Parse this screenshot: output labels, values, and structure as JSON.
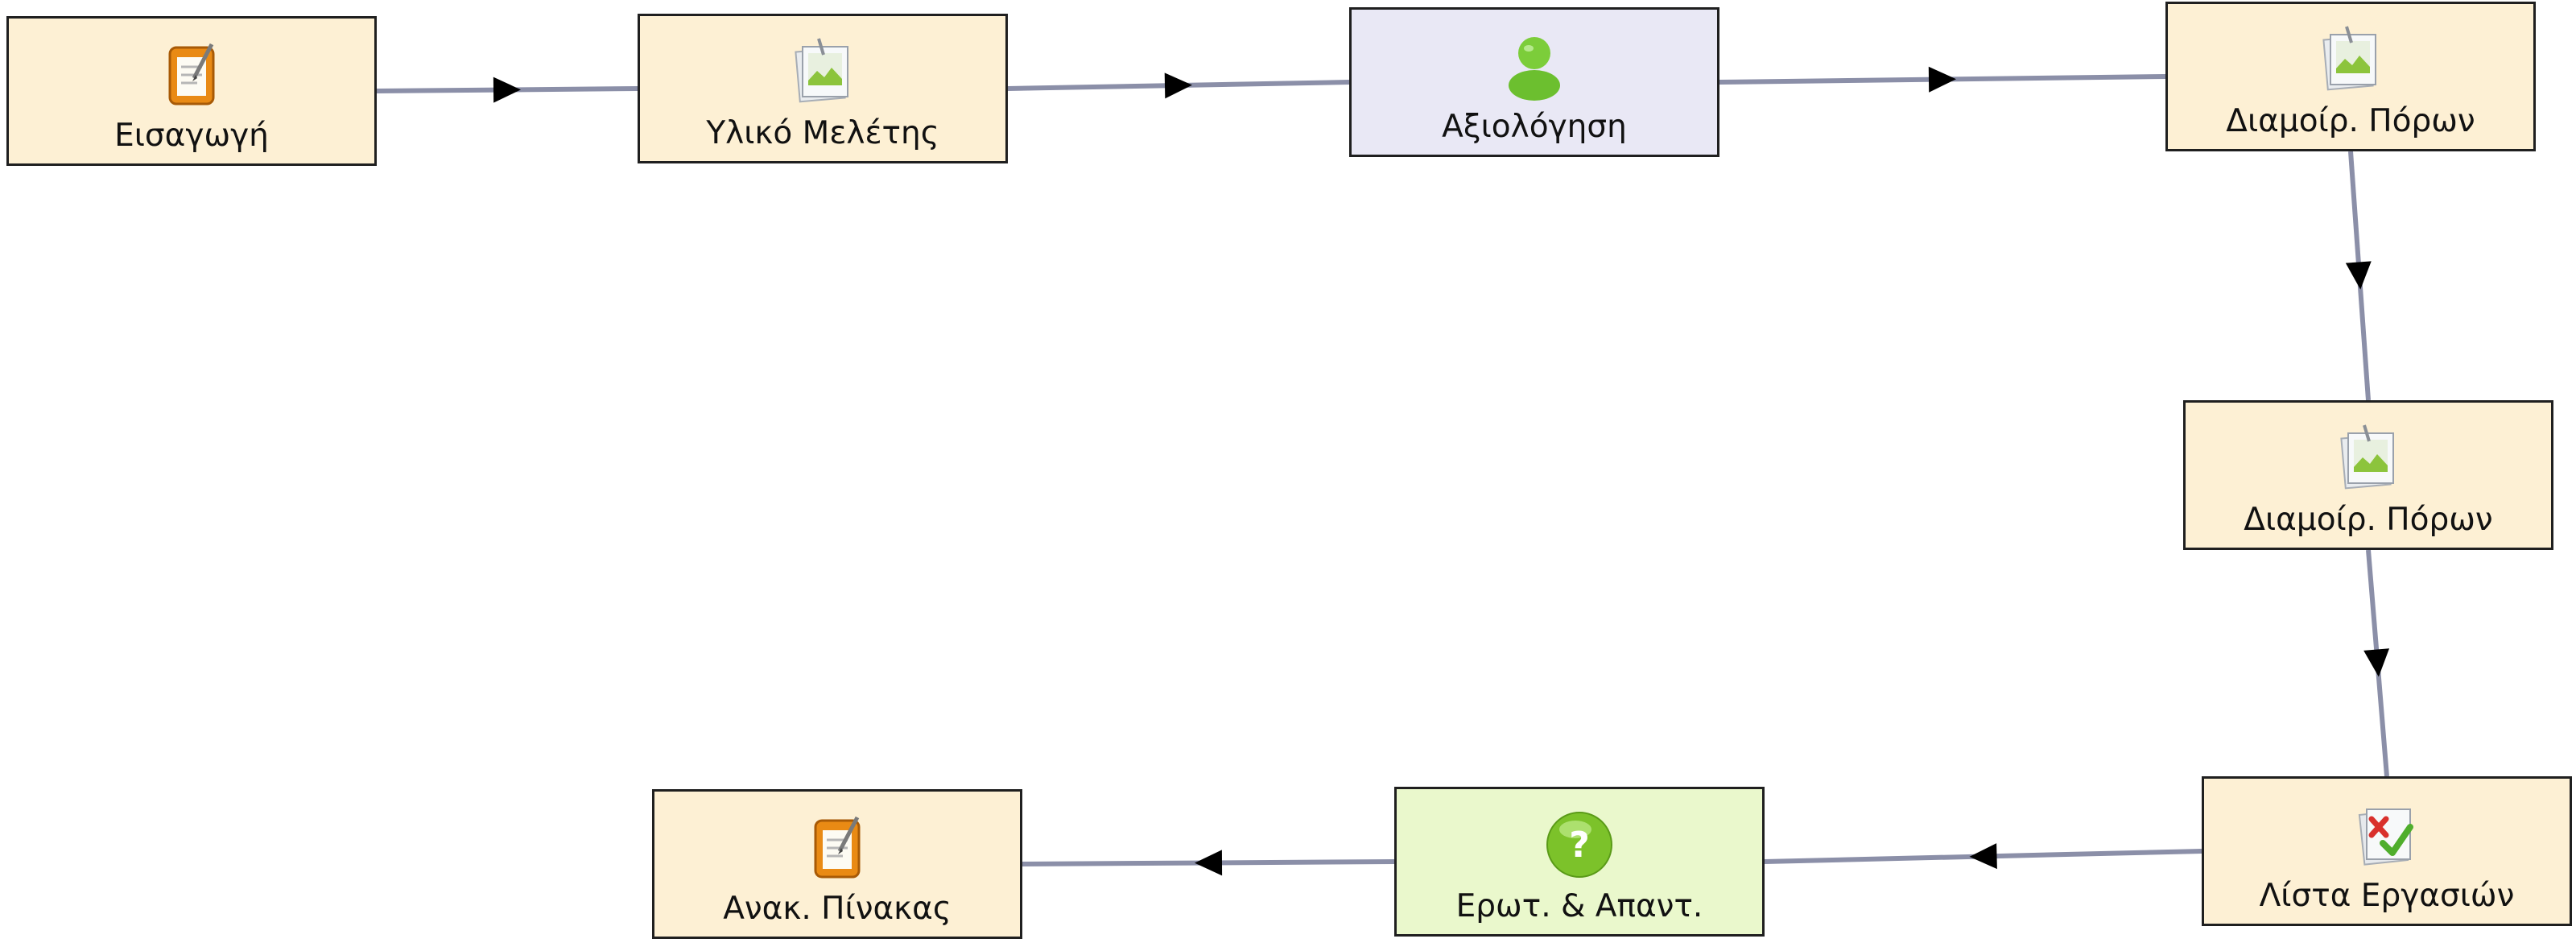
{
  "diagram": {
    "nodes": [
      {
        "id": "intro",
        "label": "Εισαγωγή",
        "icon": "notepad-icon",
        "kind": "activity",
        "color": "#fdf0d4"
      },
      {
        "id": "study",
        "label": "Υλικό Μελέτης",
        "icon": "image-resource-icon",
        "kind": "activity",
        "color": "#fdf0d4"
      },
      {
        "id": "assess",
        "label": "Αξιολόγηση",
        "icon": "user-icon",
        "kind": "assessment",
        "color": "#e9e8f5"
      },
      {
        "id": "share1",
        "label": "Διαμοίρ. Πόρων",
        "icon": "image-resource-icon",
        "kind": "activity",
        "color": "#fdf0d4"
      },
      {
        "id": "share2",
        "label": "Διαμοίρ. Πόρων",
        "icon": "image-resource-icon",
        "kind": "activity",
        "color": "#fdf0d4"
      },
      {
        "id": "tasks",
        "label": "Λίστα Εργασιών",
        "icon": "task-checklist-icon",
        "kind": "activity",
        "color": "#fdf0d4"
      },
      {
        "id": "qa",
        "label": "Ερωτ. & Απαντ.",
        "icon": "question-icon",
        "kind": "qa",
        "color": "#eaf8cc"
      },
      {
        "id": "board",
        "label": "Ανακ. Πίνακας",
        "icon": "notepad-icon",
        "kind": "activity",
        "color": "#fdf0d4"
      }
    ],
    "edges": [
      {
        "from": "intro",
        "to": "study"
      },
      {
        "from": "study",
        "to": "assess"
      },
      {
        "from": "assess",
        "to": "share1"
      },
      {
        "from": "share1",
        "to": "share2"
      },
      {
        "from": "share2",
        "to": "tasks"
      },
      {
        "from": "tasks",
        "to": "qa"
      },
      {
        "from": "qa",
        "to": "board"
      }
    ],
    "edge_color": "#8b8fa8",
    "arrow_color": "#000000"
  }
}
